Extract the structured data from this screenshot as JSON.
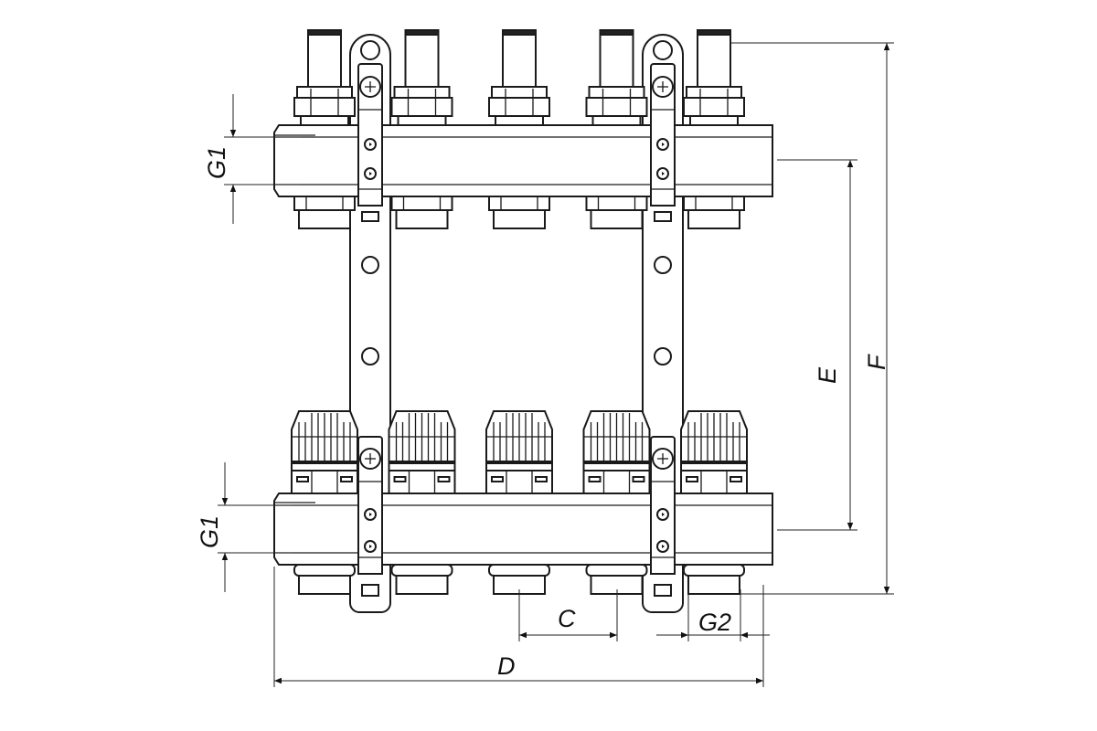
{
  "title": "Manifold dimension drawing",
  "outlet_count": 5,
  "bracket_count": 2,
  "dimensions": {
    "g1_top": "G1",
    "g1_bottom": "G1",
    "c": "C",
    "d": "D",
    "e": "E",
    "f": "F",
    "g2": "G2"
  },
  "colors": {
    "line": "#1a1a1a",
    "background": "#ffffff"
  }
}
